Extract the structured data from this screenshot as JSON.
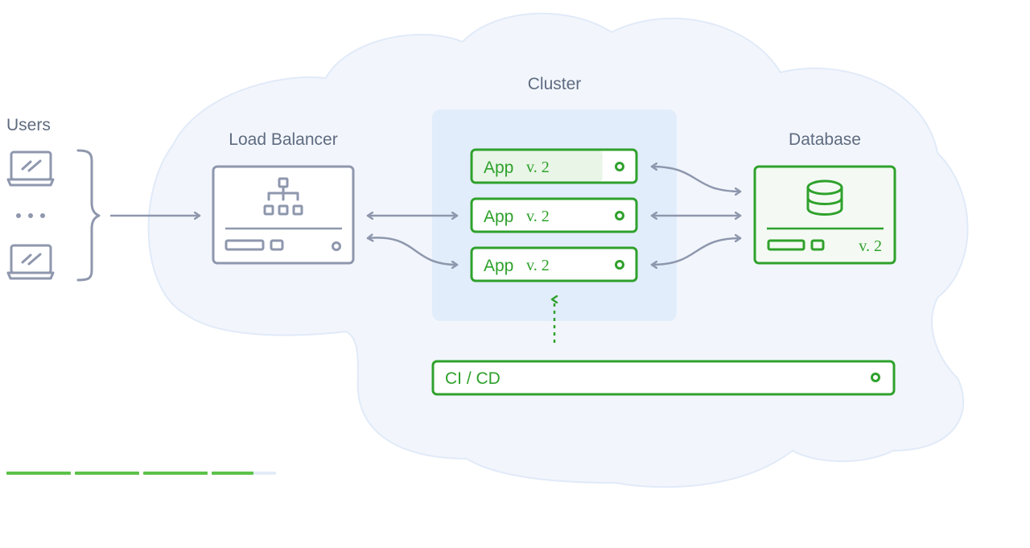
{
  "labels": {
    "users": "Users",
    "load_balancer": "Load Balancer",
    "cluster": "Cluster",
    "database": "Database",
    "ci_cd": "CI / CD"
  },
  "apps": [
    {
      "name": "App",
      "version": "v. 2"
    },
    {
      "name": "App",
      "version": "v. 2"
    },
    {
      "name": "App",
      "version": "v. 2"
    }
  ],
  "database_version": "v. 2",
  "progress": {
    "segments_total": 4,
    "segments_complete": 3,
    "last_segment_fill": 0.65
  },
  "colors": {
    "accent_green": "#2fa12c",
    "gray": "#8e97ad",
    "cloud_fill": "#f2f6fc",
    "cluster_fill": "#e2edfb"
  },
  "icons": {
    "users": [
      "laptop-icon",
      "more-dots-icon",
      "laptop-icon"
    ],
    "load_balancer": "sitemap-icon",
    "database": "database-icon"
  }
}
